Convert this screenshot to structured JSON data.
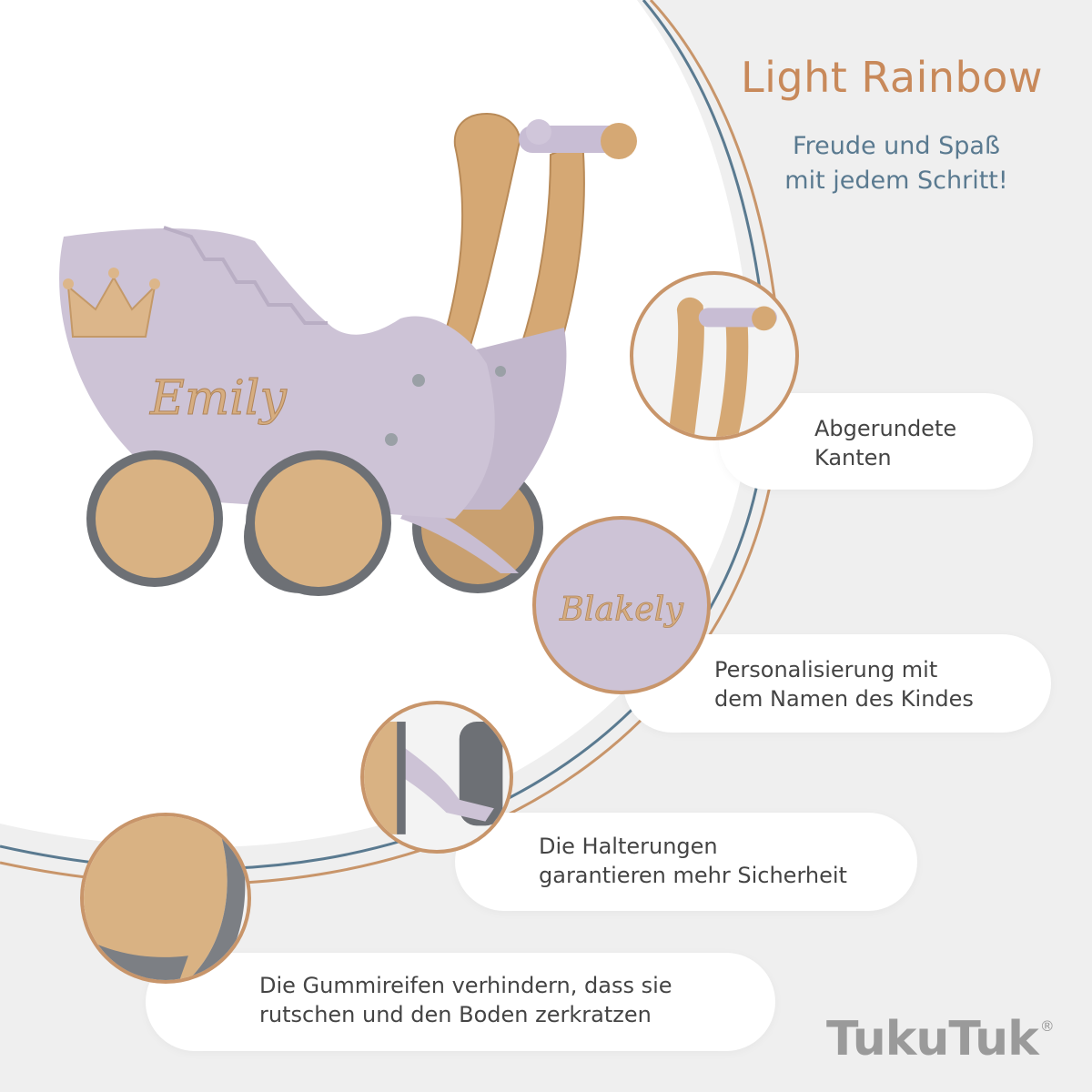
{
  "header": {
    "title": "Light Rainbow",
    "subtitle_line1": "Freude und Spaß",
    "subtitle_line2": "mit jedem Schritt!"
  },
  "product": {
    "name_plate": "Emily"
  },
  "features": [
    {
      "line1": "Abgerundete",
      "line2": "Kanten"
    },
    {
      "line1": "Personalisierung mit",
      "line2": "dem Namen des Kindes",
      "detail_name": "Blakely"
    },
    {
      "line1": "Die Halterungen",
      "line2": "garantieren mehr Sicherheit"
    },
    {
      "line1": "Die Gummireifen verhindern, dass sie",
      "line2": "rutschen und den Boden zerkratzen"
    }
  ],
  "brand": {
    "logo_text": "TukuTuk",
    "registered_mark": "®"
  },
  "colors": {
    "accent_orange": "#c8895a",
    "accent_blue": "#5a7a90",
    "stroller_lilac": "#cdc3d6",
    "wood": "#d8b084",
    "tire_grey": "#7c7f84"
  }
}
